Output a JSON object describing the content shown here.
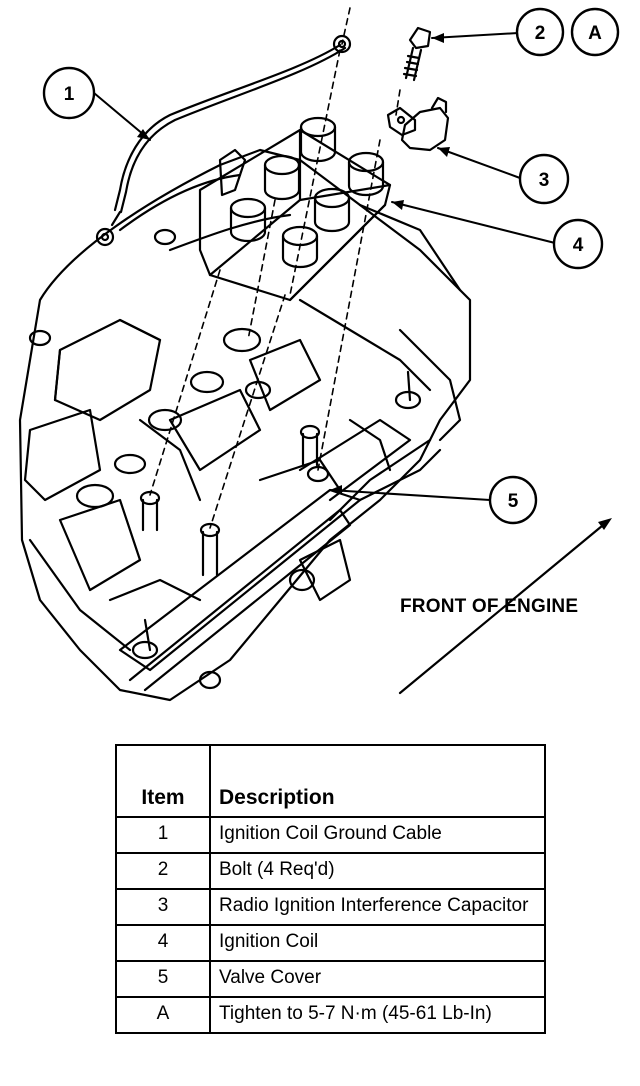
{
  "callouts": {
    "c1": "1",
    "c2": "2",
    "cA": "A",
    "c3": "3",
    "c4": "4",
    "c5": "5"
  },
  "direction_label": "FRONT OF ENGINE",
  "table": {
    "headers": {
      "item": "Item",
      "description": "Description"
    },
    "rows": [
      {
        "item": "1",
        "description": "Ignition Coil Ground Cable"
      },
      {
        "item": "2",
        "description": "Bolt (4 Req'd)"
      },
      {
        "item": "3",
        "description": "Radio Ignition Interference Capacitor"
      },
      {
        "item": "4",
        "description": "Ignition Coil"
      },
      {
        "item": "5",
        "description": "Valve Cover"
      },
      {
        "item": "A",
        "description": "Tighten to 5-7 N·m (45-61 Lb-In)"
      }
    ]
  }
}
